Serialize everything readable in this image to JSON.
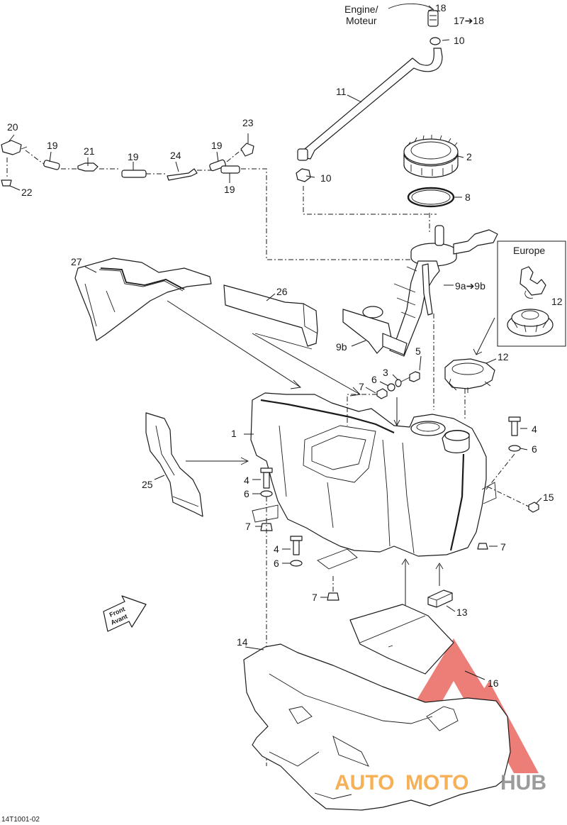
{
  "callouts": {
    "engine_label_line1": "Engine/",
    "engine_label_line2": "Moteur",
    "europe_label": "Europe",
    "front_label_line1": "Front",
    "front_label_line2": "Avant",
    "doc_code": "14T1001-02",
    "watermark_auto": "AUTO",
    "watermark_moto": "MOTO",
    "watermark_hub": "HUB"
  },
  "labels": {
    "p18_top": "18",
    "p17_18": "17➔18",
    "p10_top": "10",
    "p11": "11",
    "p2": "2",
    "p10_mid": "10",
    "p8": "8",
    "p20": "20",
    "p19_a": "19",
    "p21": "21",
    "p19_b": "19",
    "p24": "24",
    "p19_c": "19",
    "p23": "23",
    "p19_d": "19",
    "p22": "22",
    "p27": "27",
    "p26": "26",
    "p9a_9b": "9a➔9b",
    "p9b": "9b",
    "p12_europe": "12",
    "p12": "12",
    "p5": "5",
    "p3": "3",
    "p6_a": "6",
    "p7_a": "7",
    "p1": "1",
    "p4_right": "4",
    "p6_right": "6",
    "p25": "25",
    "p4_left": "4",
    "p6_left": "6",
    "p15": "15",
    "p7_left": "7",
    "p7_right": "7",
    "p4_bottom": "4",
    "p6_bottom": "6",
    "p7_bottom": "7",
    "p13": "13",
    "p14": "14",
    "p16": "16"
  },
  "colors": {
    "line": "#1a1a1a",
    "watermark_red": "#e8524a",
    "watermark_orange": "#f5a33a",
    "watermark_grey": "#8a8a8a"
  }
}
